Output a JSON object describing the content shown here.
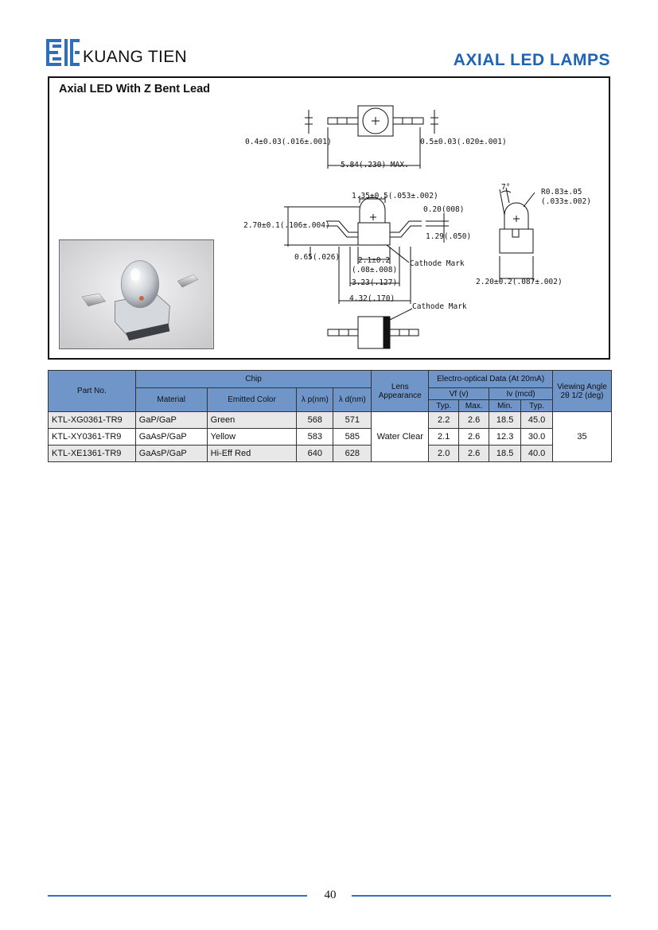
{
  "header": {
    "brand": "KUANG TIEN",
    "title": "AXIAL LED LAMPS"
  },
  "section": {
    "title": "Axial LED With Z Bent Lead"
  },
  "drawing": {
    "top_left_lead": "0.4±0.03(.016±.001)",
    "top_right_lead": "0.5±0.03(.020±.001)",
    "top_length": "5.84(.230) MAX.",
    "dome_width": "1.35±0.5(.053±.002)",
    "lead_offset": "0.20(008)",
    "body_height": "2.70±0.1(.106±.004)",
    "lead_height": "1.29(.050)",
    "lead_thickness": "0.65(.026)",
    "body_width_1": "2.1±0.2",
    "body_width_2": "(.08±.008)",
    "cathode_mark_1": "Cathode Mark",
    "inner_span": "3.23(.127)",
    "overall_span": "4.32(.170)",
    "angle": "7°",
    "radius_1": "R0.83±.05",
    "radius_2": "(.033±.002)",
    "side_width": "2.20±0.2(.087±.002)",
    "cathode_mark_2": "Cathode Mark"
  },
  "table": {
    "headers": {
      "part_no": "Part No.",
      "chip": "Chip",
      "material": "Material",
      "emitted_color": "Emitted Color",
      "lambda_p": "λ p(nm)",
      "lambda_d": "λ d(nm)",
      "lens": "Lens Appearance",
      "eo": "Electro-optical Data (At 20mA)",
      "vf": "Vf  (v)",
      "iv": "Iv  (mcd)",
      "typ": "Typ.",
      "max": "Max.",
      "min": "Min.",
      "typ2": "Typ.",
      "viewing_angle": "Viewing Angle 2θ 1/2 (deg)"
    },
    "rows": [
      {
        "part": "KTL-XG0361-TR9",
        "material": "GaP/GaP",
        "color": "Green",
        "lp": "568",
        "ld": "571",
        "vf_typ": "2.2",
        "vf_max": "2.6",
        "iv_min": "18.5",
        "iv_typ": "45.0"
      },
      {
        "part": "KTL-XY0361-TR9",
        "material": "GaAsP/GaP",
        "color": "Yellow",
        "lp": "583",
        "ld": "585",
        "vf_typ": "2.1",
        "vf_max": "2.6",
        "iv_min": "12.3",
        "iv_typ": "30.0"
      },
      {
        "part": "KTL-XE1361-TR9",
        "material": "GaAsP/GaP",
        "color": "Hi-Eff Red",
        "lp": "640",
        "ld": "628",
        "vf_typ": "2.0",
        "vf_max": "2.6",
        "iv_min": "18.5",
        "iv_typ": "40.0"
      }
    ],
    "lens_value": "Water Clear",
    "viewing_angle_value": "35"
  },
  "footer": {
    "page_number": "40"
  },
  "colors": {
    "accent": "#1f63b4",
    "table_header": "#6f95c9",
    "row_shade": "#e8e8e8"
  }
}
